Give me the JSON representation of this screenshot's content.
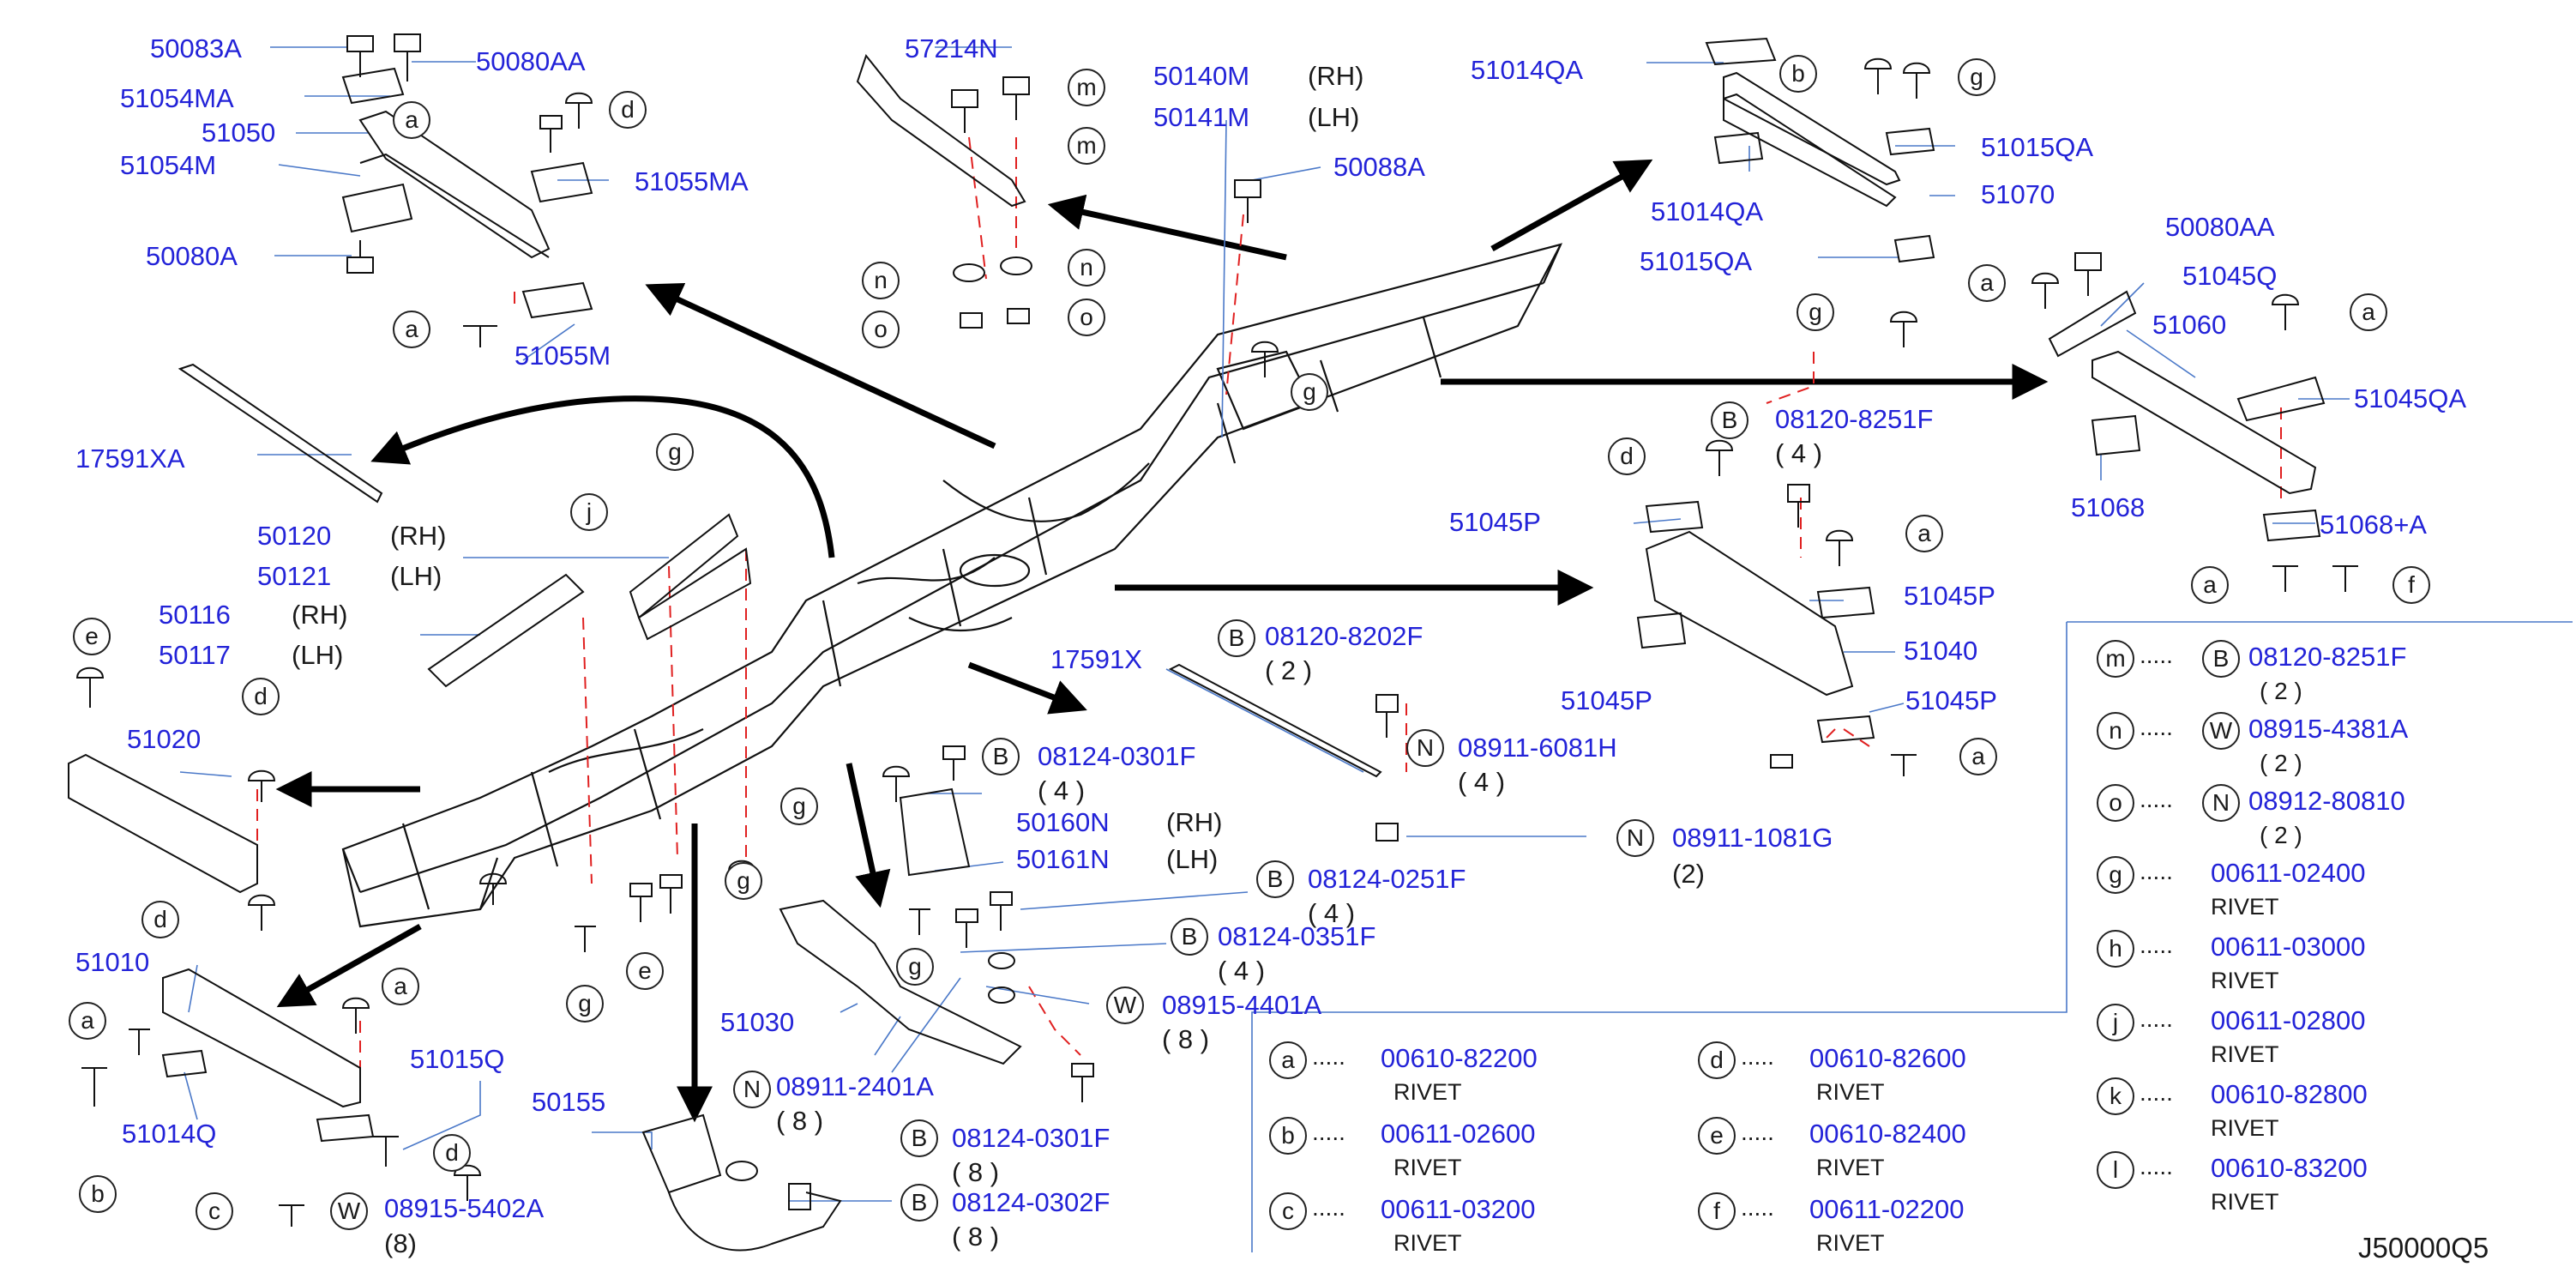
{
  "diagram_id": "J50000Q5",
  "rivet_word": "RIVET",
  "labels": {
    "p50083A": "50083A",
    "p50080AA_1": "50080AA",
    "p51054MA": "51054MA",
    "p51050": "51050",
    "p51054M": "51054M",
    "p51055MA": "51055MA",
    "p50080A": "50080A",
    "p51055M": "51055M",
    "p57214N": "57214N",
    "p50140M": "50140M",
    "rh1": "(RH)",
    "p50141M": "50141M",
    "lh1": "(LH)",
    "p50088A": "50088A",
    "p51014QA_1": "51014QA",
    "p51015QA_1": "51015QA",
    "p51014QA_2": "51014QA",
    "p51070": "51070",
    "p51015QA_2": "51015QA",
    "p50080AA_2": "50080AA",
    "p51045Q": "51045Q",
    "p51060": "51060",
    "p51045QA": "51045QA",
    "p51068": "51068",
    "p51068A": "51068+A",
    "p17591XA": "17591XA",
    "p50120": "50120",
    "rh2": "(RH)",
    "p50121": "50121",
    "lh2": "(LH)",
    "p50116": "50116",
    "rh3": "(RH)",
    "p50117": "50117",
    "lh3": "(LH)",
    "p08120_8251F": "08120-8251F",
    "q4a": "( 4 )",
    "p51045P_1": "51045P",
    "p51045P_2": "51045P",
    "p51040": "51040",
    "p51045P_3": "51045P",
    "p51045P_4": "51045P",
    "p08120_8202F": "08120-8202F",
    "q2a": "( 2 )",
    "p17591X": "17591X",
    "p08911_6081H": "08911-6081H",
    "q4b": "( 4 )",
    "p08911_1081G": "08911-1081G",
    "q2b": "(2)",
    "p51020": "51020",
    "p08124_0301F_1": "08124-0301F",
    "q4c": "( 4 )",
    "p50160N": "50160N",
    "rh4": "(RH)",
    "p50161N": "50161N",
    "lh4": "(LH)",
    "p08124_0251F": "08124-0251F",
    "q4d": "( 4 )",
    "p08124_0351F": "08124-0351F",
    "q4e": "( 4 )",
    "p08915_4401A": "08915-4401A",
    "q8a": "( 8 )",
    "p51030": "51030",
    "p08911_2401A": "08911-2401A",
    "q8b": "( 8 )",
    "p08124_0301F_2": "08124-0301F",
    "q8c": "( 8 )",
    "p08124_0302F": "08124-0302F",
    "q8d": "( 8 )",
    "p50155": "50155",
    "p51010": "51010",
    "p51015Q": "51015Q",
    "p51014Q": "51014Q",
    "p08915_5402A": "08915-5402A",
    "q8e": "(8)"
  },
  "legend": [
    {
      "key": "m",
      "prefix": "B",
      "code": "08120-8251F",
      "qty": "( 2 )"
    },
    {
      "key": "n",
      "prefix": "W",
      "code": "08915-4381A",
      "qty": "( 2 )"
    },
    {
      "key": "o",
      "prefix": "N",
      "code": "08912-80810",
      "qty": "( 2 )"
    },
    {
      "key": "g",
      "code": "00611-02400"
    },
    {
      "key": "h",
      "code": "00611-03000"
    },
    {
      "key": "j",
      "code": "00611-02800"
    },
    {
      "key": "k",
      "code": "00610-82800"
    },
    {
      "key": "l",
      "code": "00610-83200"
    },
    {
      "key": "a",
      "code": "00610-82200"
    },
    {
      "key": "b",
      "code": "00611-02600"
    },
    {
      "key": "c",
      "code": "00611-03200"
    },
    {
      "key": "d",
      "code": "00610-82600"
    },
    {
      "key": "e",
      "code": "00610-82400"
    },
    {
      "key": "f",
      "code": "00611-02200"
    }
  ],
  "legend_dots": ".....",
  "callouts": {
    "a": "a",
    "b": "b",
    "c": "c",
    "d": "d",
    "e": "e",
    "f": "f",
    "g": "g",
    "j": "j",
    "m": "m",
    "n": "n",
    "o": "o",
    "B": "B",
    "N": "N",
    "W": "W"
  }
}
